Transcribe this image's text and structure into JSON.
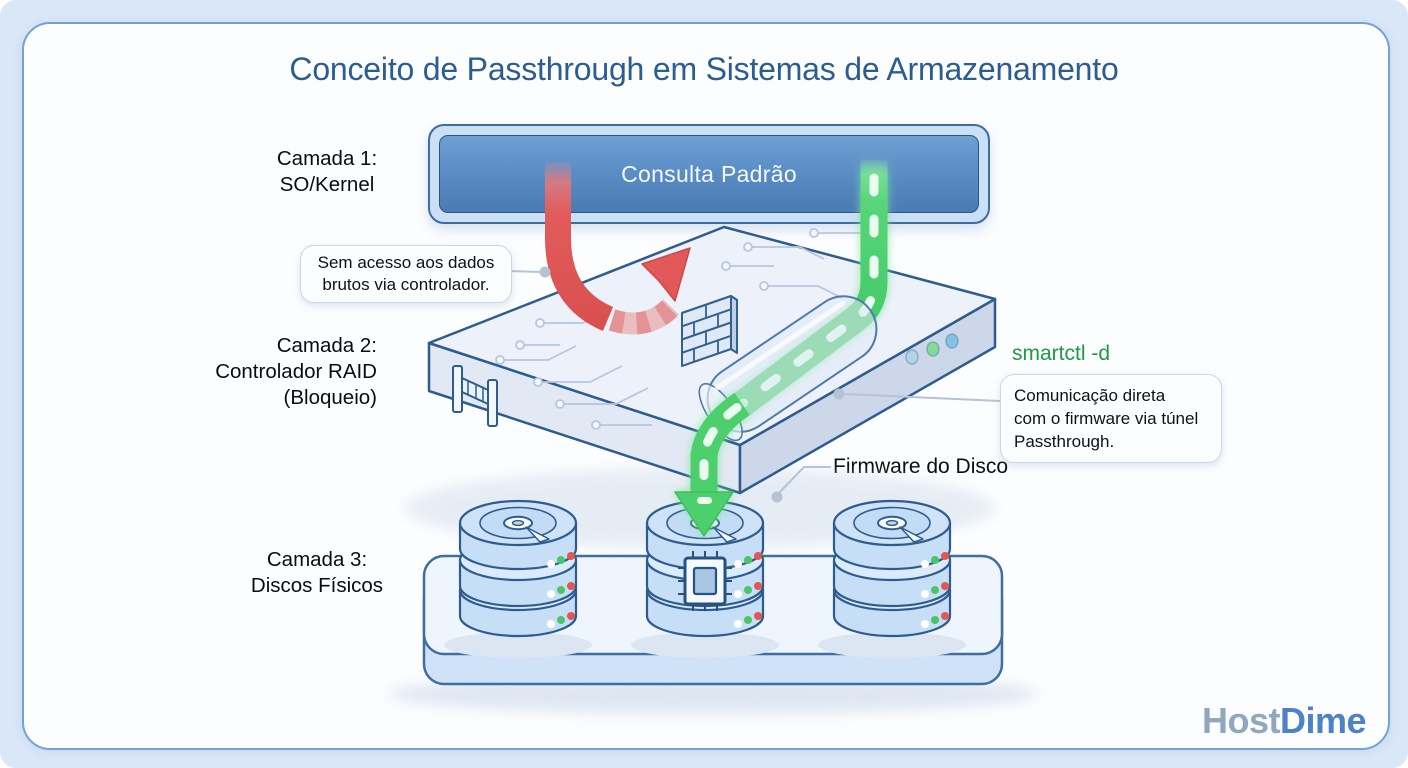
{
  "title": "Conceito de Passthrough em Sistemas de Armazenamento",
  "layers": [
    {
      "id": "camada-1",
      "lines": [
        "Camada 1:",
        "SO/Kernel"
      ]
    },
    {
      "id": "camada-2",
      "lines": [
        "Camada 2:",
        "Controlador RAID",
        "(Bloqueio)"
      ]
    },
    {
      "id": "camada-3",
      "lines": [
        "Camada 3:",
        "Discos Físicos"
      ]
    }
  ],
  "flow": {
    "standard_query_label": "Consulta Padrão",
    "blocked_callout": {
      "lines": [
        "Sem acesso aos dados",
        "brutos via controlador."
      ]
    },
    "passthrough_command": "smartctl -d",
    "passthrough_callout": {
      "lines": [
        "Comunicação direta",
        "com o firmware via túnel",
        "Passthrough."
      ]
    },
    "firmware_label": "Firmware do Disco"
  },
  "branding": {
    "logo_part1": "Host",
    "logo_part2": "Dime"
  },
  "colors": {
    "frame_bg": "#d9e7f8",
    "card_bg": "#fcfdff",
    "title_text": "#2c5d91",
    "query_bar_fill": "#4a7cb2",
    "blocked_arrow_red": "#e05858",
    "passthrough_green": "#4ecf6e",
    "command_green": "#1e9b41",
    "outline_blue": "#2e5c8e",
    "logo_host": "#90a7be",
    "logo_dime": "#4d82c6"
  }
}
